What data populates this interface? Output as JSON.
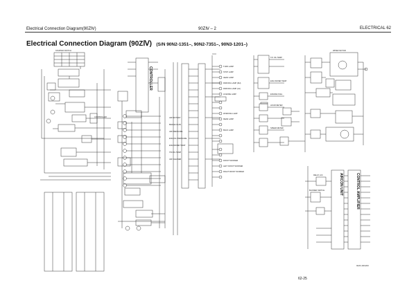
{
  "header": {
    "left": "Electrical Connection Diagram(90ZⅣ)",
    "center": "90ZⅣ – 2",
    "right": "ELECTRICAL 62"
  },
  "title": {
    "main": "Electrical Connection Diagram (90ZⅣ)",
    "serials": "(S/N 90N2-1351–, 90N2-7351–, 90N3-1201–)"
  },
  "labels": {
    "starter_switch": "STARTER SWITCH",
    "controller": "CONTROLLER",
    "aircon_unit": "AIRCON UNIT",
    "control_amplifier": "CONTROL AMPLIFIER",
    "relay_a": "RELAY, A/C",
    "blower_switch": "BLOWER SWITCH",
    "wiper_motor": "WIPER MOTOR"
  },
  "lamp_labels_left": [
    "AIR BATTERY",
    "BRAKE FLUID",
    "AIR PRESSURE",
    "ENG OIL PRESSURE",
    "ENG WATER TEMP",
    "T/M OIL TEMP",
    "AIR CLEANER"
  ],
  "lamp_labels_mid": [
    "TURN LAMP",
    "STOP LAMP",
    "HEAD LAMP",
    "PARKING LAMP (RH)",
    "PARKING LAMP (LH)",
    "LICENSE LAMP",
    "WORKING LAMP",
    "REAR LAMP",
    "BACK LAMP",
    "FRONT WORKER",
    "LEFT FRONT WORKER",
    "RIGHT FRONT WORKER"
  ],
  "gauge_labels": [
    "T/C OIL TEMP",
    "ENG WATER TEMP",
    "ENGINE FUEL",
    "HOUR METER",
    "SPEED METER"
  ],
  "footer": {
    "page": "62-25",
    "drawing_id": "90Z3-000200"
  }
}
